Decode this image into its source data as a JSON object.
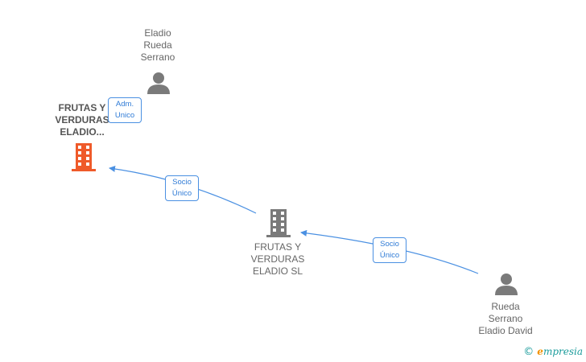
{
  "nodes": {
    "person_top": {
      "lines": [
        "Eladio",
        "Rueda",
        "Serrano"
      ],
      "icon": "person-icon"
    },
    "company_main": {
      "lines": [
        "FRUTAS Y",
        "VERDURAS",
        "ELADIO..."
      ],
      "icon": "building-icon",
      "color": "#ef5a2a"
    },
    "company_mid": {
      "lines": [
        "FRUTAS Y",
        "VERDURAS",
        "ELADIO SL"
      ],
      "icon": "building-icon",
      "color": "#7a7a7a"
    },
    "person_right": {
      "lines": [
        "Rueda",
        "Serrano",
        "Eladio David"
      ],
      "icon": "person-icon"
    }
  },
  "edges": {
    "adm": {
      "lines": [
        "Adm.",
        "Unico"
      ]
    },
    "socio1": {
      "lines": [
        "Socio",
        "Único"
      ]
    },
    "socio2": {
      "lines": [
        "Socio",
        "Único"
      ]
    }
  },
  "colors": {
    "edge": "#4a90e2",
    "person": "#7a7a7a"
  },
  "footer": {
    "copyright": "©",
    "brand_initial": "e",
    "brand_rest": "mpresia"
  }
}
